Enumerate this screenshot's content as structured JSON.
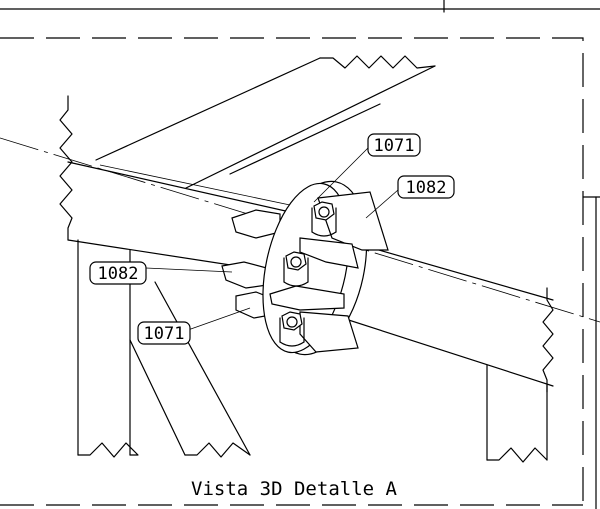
{
  "caption": "Vista 3D Detalle A",
  "labels": {
    "tag_1071_top": "1071",
    "tag_1082_right": "1082",
    "tag_1082_left": "1082",
    "tag_1071_bottom": "1071"
  }
}
